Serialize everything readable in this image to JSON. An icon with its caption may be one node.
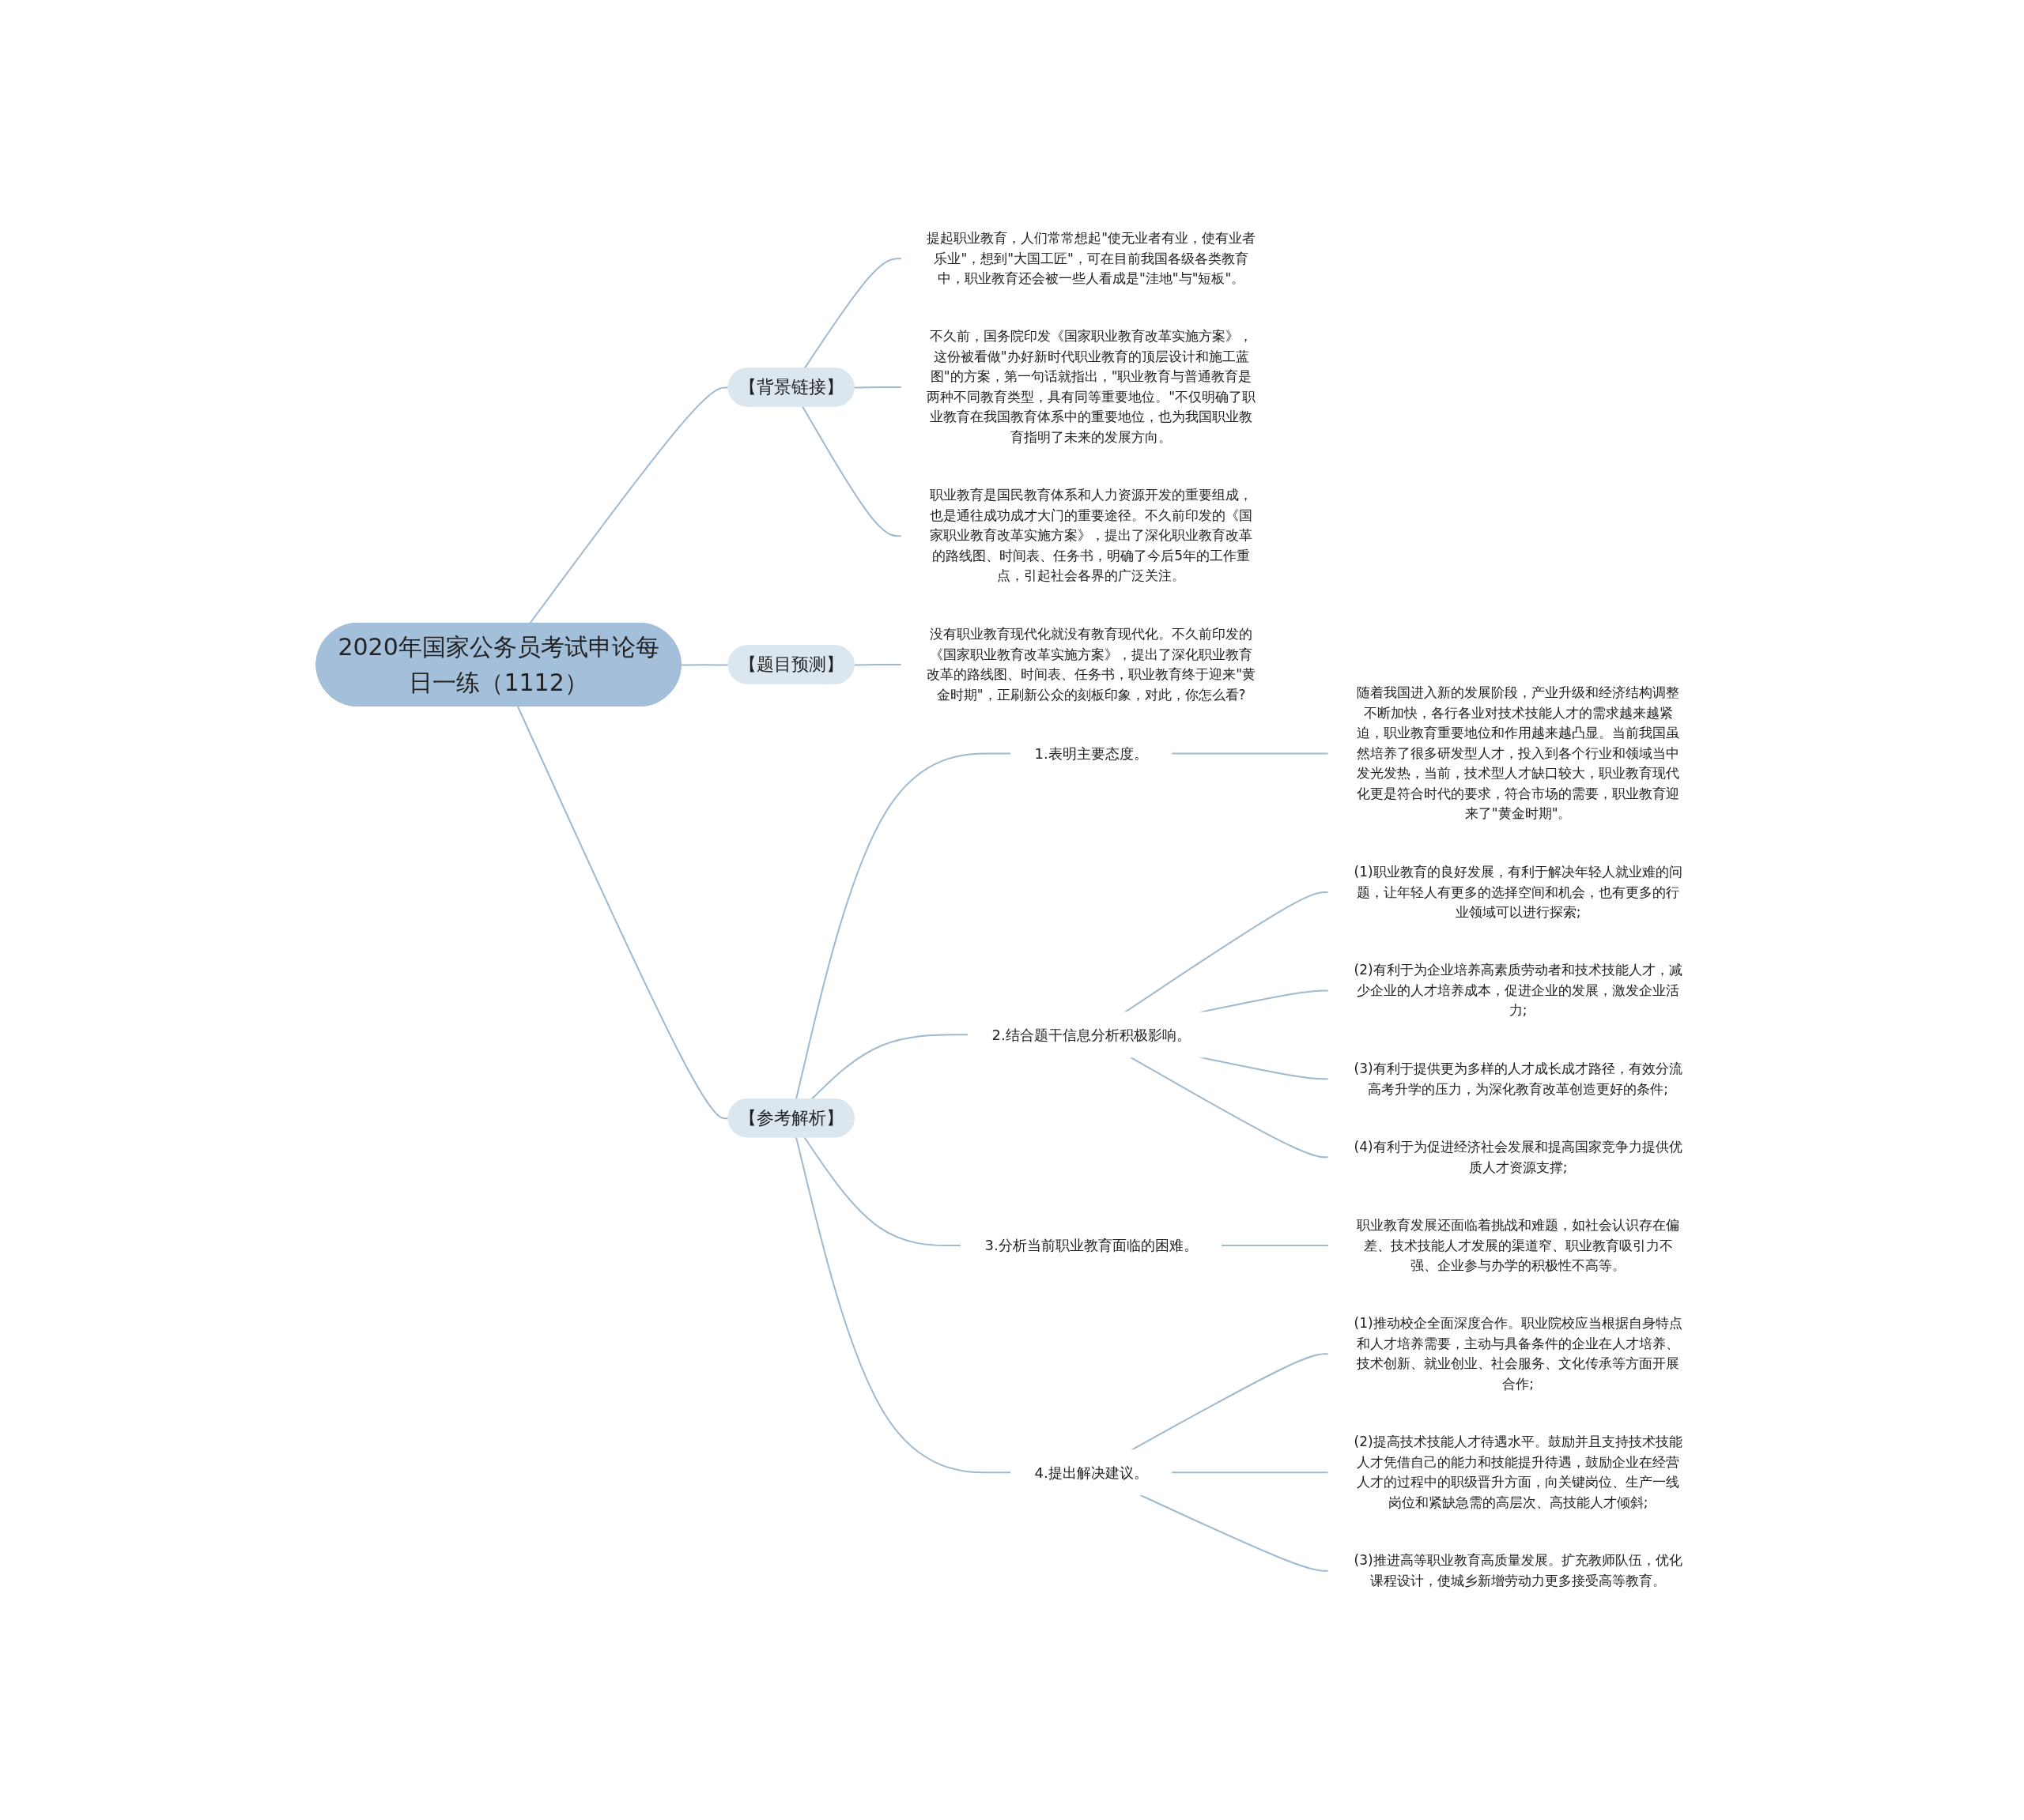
{
  "diagram": {
    "nodes": [
      {
        "text": [
          "2020年国家公务员考试申论每日一练（1112）"
        ]
      },
      {
        "text": [
          "【背景链接】"
        ]
      },
      {
        "text": [
          "提起职业教育，人们常常想起\"使无业者有业，使有业者乐业\"，想到\"大国工匠\"，可在目前我国各级各类教育中，职业教育还会被一些人看成是\"洼地\"与\"短板\"。"
        ]
      },
      {
        "text": [
          "不久前，国务院印发《国家职业教育改革实施方案》，这份被看做\"办好新时代职业教育的顶层设计和施工蓝图\"的方案，第一句话就指出，\"职业教育与普通教育是两种不同教育类型，具有同等重要地位。\"不仅明确了职业教育在我国教育体系中的重要地位，也为我国职业教育指明了未来的发展方向。"
        ]
      },
      {
        "text": [
          "职业教育是国民教育体系和人力资源开发的重要组成，也是通往成功成才大门的重要途径。不久前印发的《国家职业教育改革实施方案》，提出了深化职业教育改革的路线图、时间表、任务书，明确了今后5年的工作重点，引起社会各界的广泛关注。"
        ]
      },
      {
        "text": [
          "【题目预测】"
        ]
      },
      {
        "text": [
          "没有职业教育现代化就没有教育现代化。不久前印发的《国家职业教育改革实施方案》，提出了深化职业教育改革的路线图、时间表、任务书，职业教育终于迎来\"黄金时期\"，正刷新公众的刻板印象，对此，你怎么看?"
        ]
      },
      {
        "text": [
          "【参考解析】"
        ]
      },
      {
        "text": [
          "1.表明主要态度。"
        ]
      },
      {
        "text": [
          "随着我国进入新的发展阶段，产业升级和经济结构调整不断加快，各行各业对技术技能人才的需求越来越紧迫，职业教育重要地位和作用越来越凸显。当前我国虽然培养了很多研发型人才，投入到各个行业和领域当中发光发热，当前，技术型人才缺口较大，职业教育现代化更是符合时代的要求，符合市场的需要，职业教育迎来了\"黄金时期\"。"
        ]
      },
      {
        "text": [
          "2.结合题干信息分析积极影响。"
        ]
      },
      {
        "text": [
          "(1)职业教育的良好发展，有利于解决年轻人就业难的问题，让年轻人有更多的选择空间和机会，也有更多的行业领域可以进行探索;"
        ]
      },
      {
        "text": [
          "(2)有利于为企业培养高素质劳动者和技术技能人才，减少企业的人才培养成本，促进企业的发展，激发企业活力;"
        ]
      },
      {
        "text": [
          "(3)有利于提供更为多样的人才成长成才路径，有效分流高考升学的压力，为深化教育改革创造更好的条件;"
        ]
      },
      {
        "text": [
          "(4)有利于为促进经济社会发展和提高国家竞争力提供优质人才资源支撑;"
        ]
      },
      {
        "text": [
          "3.分析当前职业教育面临的困难。"
        ]
      },
      {
        "text": [
          "职业教育发展还面临着挑战和难题，如社会认识存在偏差、技术技能人才发展的渠道窄、职业教育吸引力不强、企业参与办学的积极性不高等。"
        ]
      },
      {
        "text": [
          "4.提出解决建议。"
        ]
      },
      {
        "text": [
          "(1)推动校企全面深度合作。职业院校应当根据自身特点和人才培养需要，主动与具备条件的企业在人才培养、技术创新、就业创业、社会服务、文化传承等方面开展合作;"
        ]
      },
      {
        "text": [
          "(2)提高技术技能人才待遇水平。鼓励并且支持技术技能人才凭借自己的能力和技能提升待遇，鼓励企业在经营人才的过程中的职级晋升方面，向关键岗位、生产一线岗位和紧缺急需的高层次、高技能人才倾斜;"
        ]
      },
      {
        "text": [
          "(3)推进高等职业教育高质量发展。扩充教师队伍，优化课程设计，使城乡新增劳动力更多接受高等教育。"
        ]
      }
    ],
    "edges": [
      {
        "from": 0,
        "to": 1,
        "arrow": "none"
      },
      {
        "from": 1,
        "to": 2,
        "arrow": "none"
      },
      {
        "from": 1,
        "to": 3,
        "arrow": "none"
      },
      {
        "from": 1,
        "to": 4,
        "arrow": "none"
      },
      {
        "from": 0,
        "to": 5,
        "arrow": "none"
      },
      {
        "from": 5,
        "to": 6,
        "arrow": "none"
      },
      {
        "from": 0,
        "to": 7,
        "arrow": "none"
      },
      {
        "from": 7,
        "to": 8,
        "arrow": "none"
      },
      {
        "from": 8,
        "to": 9,
        "arrow": "none"
      },
      {
        "from": 7,
        "to": 10,
        "arrow": "none"
      },
      {
        "from": 10,
        "to": 11,
        "arrow": "none"
      },
      {
        "from": 10,
        "to": 12,
        "arrow": "none"
      },
      {
        "from": 10,
        "to": 13,
        "arrow": "none"
      },
      {
        "from": 10,
        "to": 14,
        "arrow": "none"
      },
      {
        "from": 7,
        "to": 15,
        "arrow": "none"
      },
      {
        "from": 15,
        "to": 16,
        "arrow": "none"
      },
      {
        "from": 7,
        "to": 17,
        "arrow": "none"
      },
      {
        "from": 17,
        "to": 18,
        "arrow": "none"
      },
      {
        "from": 17,
        "to": 19,
        "arrow": "none"
      },
      {
        "from": 17,
        "to": 20,
        "arrow": "none"
      }
    ]
  }
}
